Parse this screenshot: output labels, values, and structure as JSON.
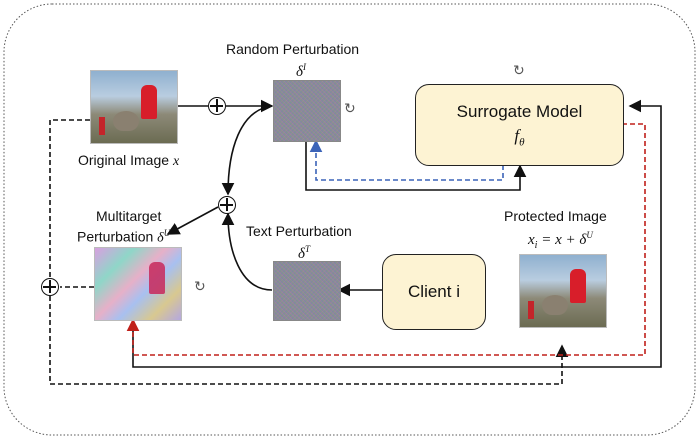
{
  "labels": {
    "random_title": "Random Perturbation",
    "random_sym": "δ",
    "random_sup": "I",
    "original": "Original Image",
    "original_var": "x",
    "multitarget_line1": "Multitarget",
    "multitarget_line2": "Perturbation",
    "multitarget_sym": "δ",
    "multitarget_sup": "U",
    "text_title": "Text Perturbation",
    "text_sym": "δ",
    "text_sup": "T",
    "protected_title": "Protected Image",
    "protected_formula": "x",
    "protected_sub": "i",
    "protected_rest": "= x + δ",
    "protected_sup": "U"
  },
  "surrogate": {
    "title": "Surrogate Model",
    "fn": "f",
    "fn_sub": "θ"
  },
  "client": {
    "label": "Client i"
  },
  "colors": {
    "blue_dash": "#3b63b8",
    "red_dash": "#c0201a",
    "box_fill": "#fdf3d3"
  }
}
